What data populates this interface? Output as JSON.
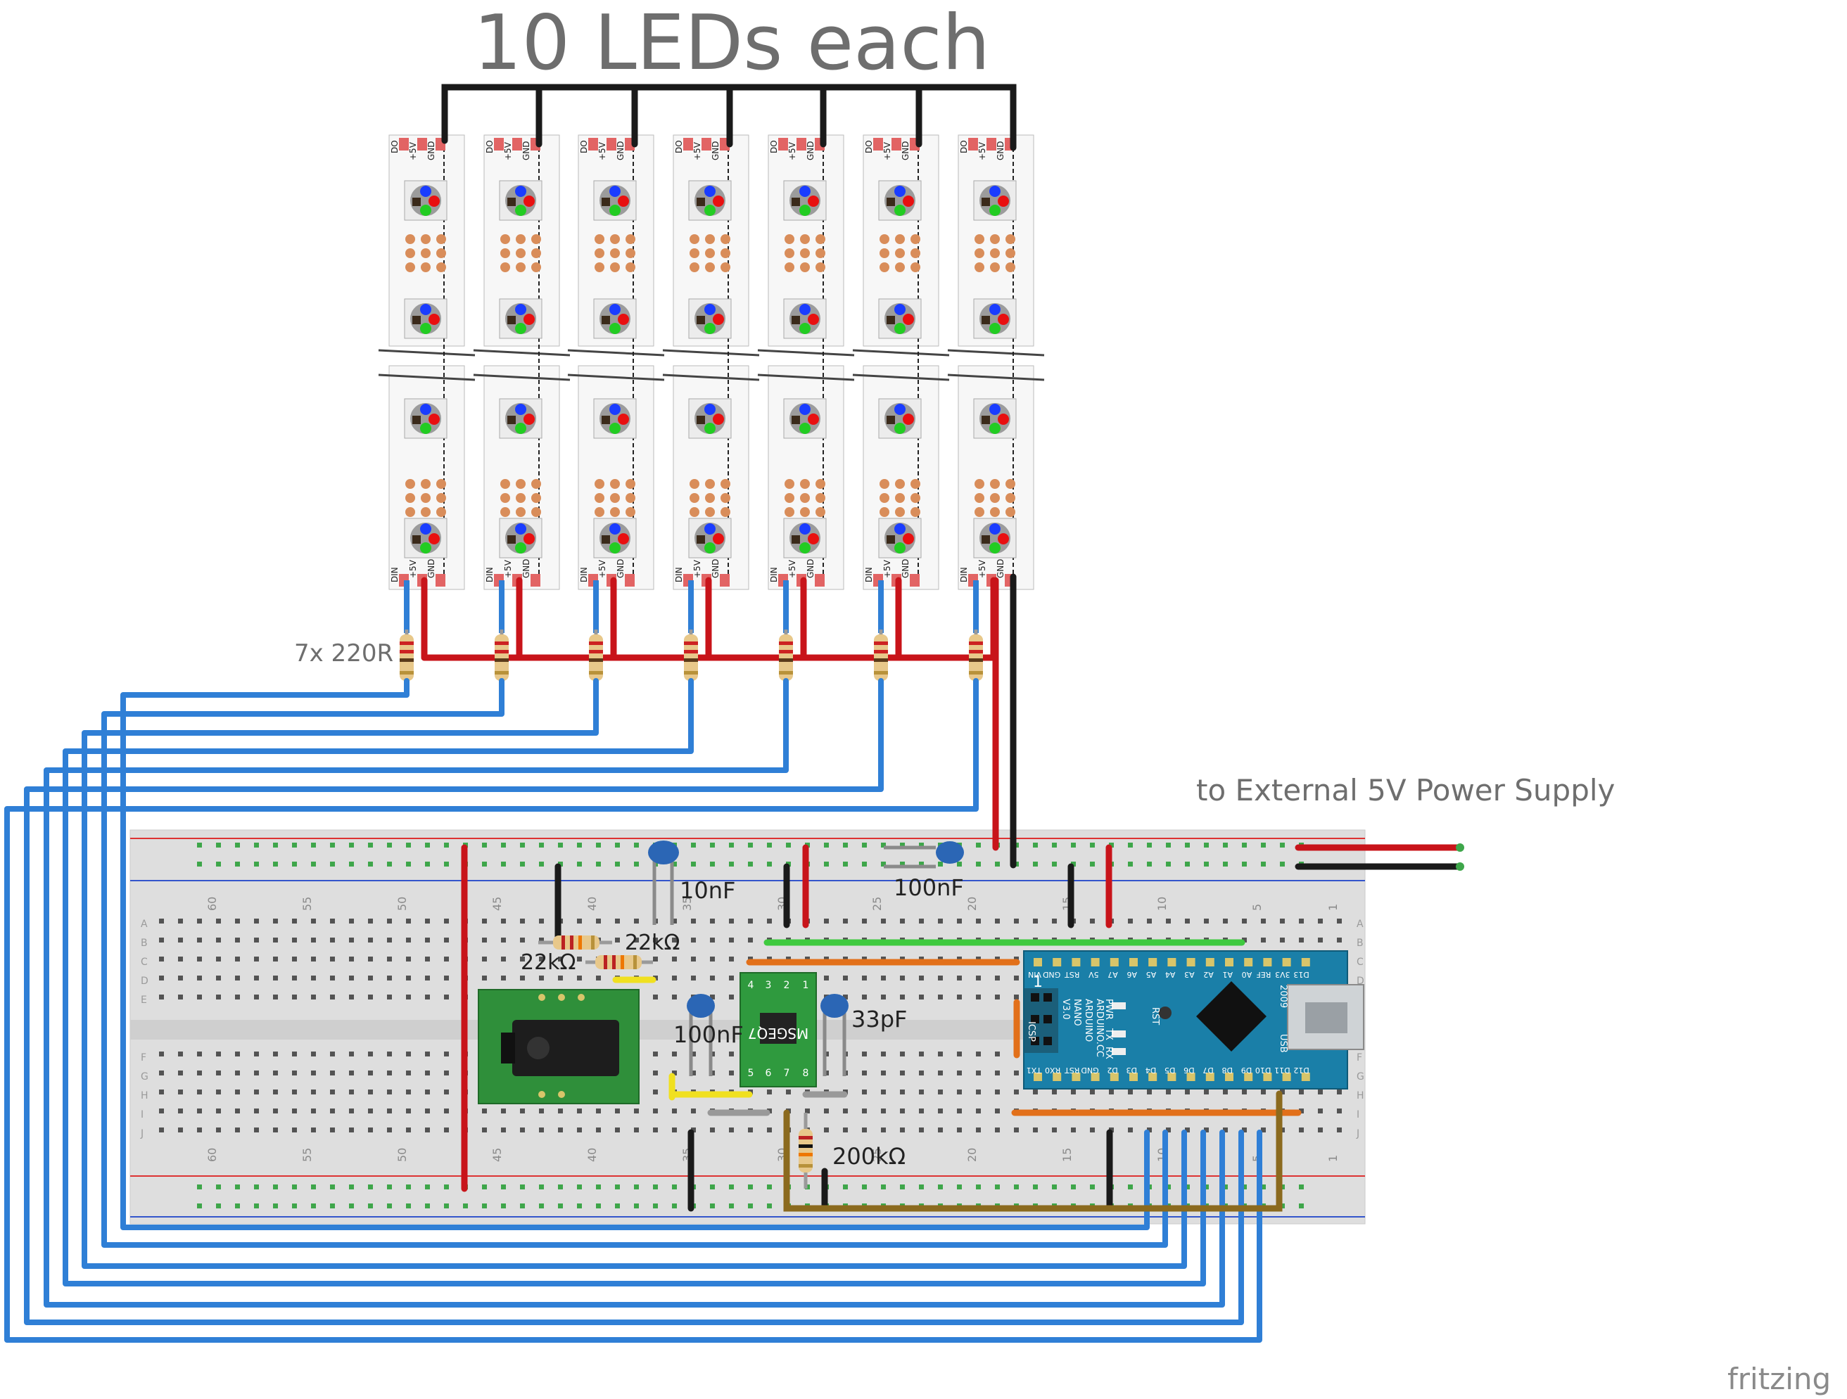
{
  "title": "10 LEDs each",
  "resistor_label": "7x 220R",
  "power_label": "to External 5V Power Supply",
  "brand": "fritzing",
  "components": [
    {
      "kind": "capacitor",
      "label": "10nF"
    },
    {
      "kind": "capacitor",
      "label": "100nF"
    },
    {
      "kind": "resistor",
      "label": "22kΩ"
    },
    {
      "kind": "resistor",
      "label": "22kΩ"
    },
    {
      "kind": "capacitor",
      "label": "100nF"
    },
    {
      "kind": "capacitor",
      "label": "33pF"
    },
    {
      "kind": "resistor",
      "label": "200kΩ"
    }
  ],
  "strip_pin_labels": {
    "din": "DIN",
    "v5": "+5V",
    "gnd": "GND",
    "do": "DO"
  },
  "ic_label": "MSGEQ7",
  "ic_pins": [
    "4",
    "3",
    "2",
    "1",
    "5",
    "6",
    "7",
    "8"
  ],
  "arduino": {
    "name": "ARDUINO",
    "model": "NANO",
    "version": "V3.0",
    "maker": "ARDUINO.CC",
    "year": "2009",
    "usb": "USB",
    "icsp": "ICSP",
    "rst": "RST",
    "pwr": "PWR",
    "tx": "TX",
    "rx": "RX",
    "pin_one": "1",
    "top_pins": [
      "VIN",
      "GND",
      "RST",
      "5V",
      "A7",
      "A6",
      "A5",
      "A4",
      "A3",
      "A2",
      "A1",
      "A0",
      "REF",
      "3V3",
      "D13"
    ],
    "bottom_pins": [
      "TX1",
      "RX0",
      "RST",
      "GND",
      "D2",
      "D3",
      "D4",
      "D5",
      "D6",
      "D7",
      "D8",
      "D9",
      "D10",
      "D11",
      "D12"
    ]
  },
  "breadboard": {
    "column_numbers": [
      "60",
      "55",
      "50",
      "45",
      "40",
      "35",
      "30",
      "25",
      "20",
      "15",
      "10",
      "5",
      "1"
    ],
    "row_letters_top": [
      "A",
      "B",
      "C",
      "D",
      "E"
    ],
    "row_letters_bottom": [
      "F",
      "G",
      "H",
      "I",
      "J"
    ]
  },
  "colors": {
    "data_wire": "#2f7fd6",
    "power_wire": "#c8141a",
    "ground_wire": "#1a1a1a",
    "pcb_green": "#2f8f3a",
    "arduino_blue": "#1a7fa8",
    "strip_pcb": "#f7f7f7",
    "breadboard": "#dcdcdc"
  }
}
